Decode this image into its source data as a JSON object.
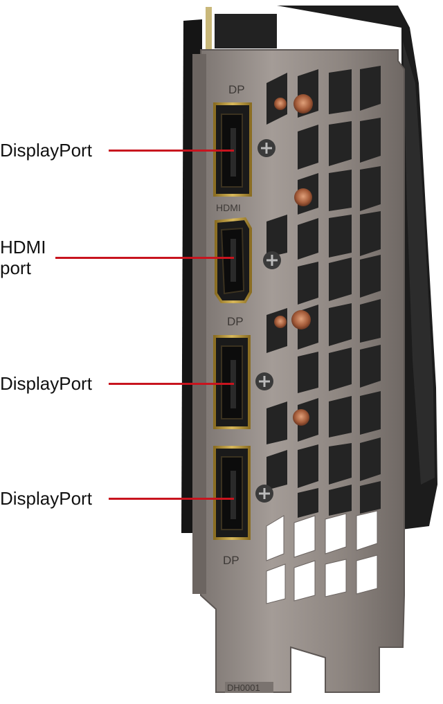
{
  "colors": {
    "leader_line": "#c8141e",
    "label_text": "#111111",
    "bracket_metal": "#8f8883",
    "shroud": "#1a1a1a",
    "port_gold": "#b8963a"
  },
  "callouts": [
    {
      "label": "DisplayPort"
    },
    {
      "label_line1": "HDMI",
      "label_line2": "port"
    },
    {
      "label": "DisplayPort"
    },
    {
      "label": "DisplayPort"
    }
  ],
  "bracket_engraving": {
    "port_marks": [
      "DP",
      "HDMI",
      "DP",
      "DP"
    ],
    "part_code": "DH0001"
  }
}
